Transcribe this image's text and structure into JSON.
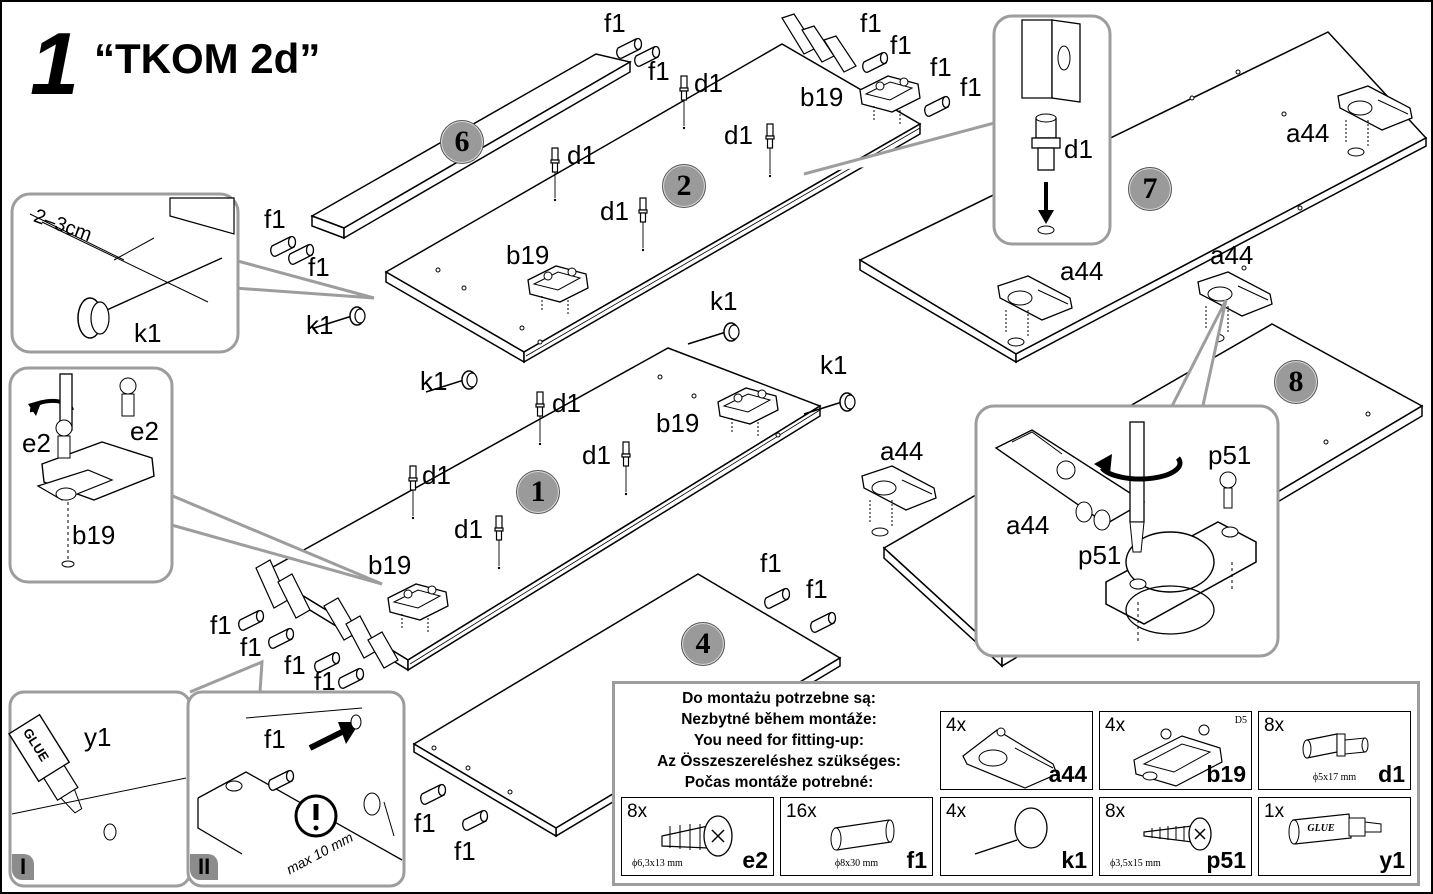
{
  "header": {
    "step_number": "1",
    "title": "“TKOM 2d”"
  },
  "panels": [
    {
      "id": "6",
      "label": "6"
    },
    {
      "id": "2",
      "label": "2"
    },
    {
      "id": "1",
      "label": "1"
    },
    {
      "id": "4",
      "label": "4"
    },
    {
      "id": "7",
      "label": "7"
    },
    {
      "id": "8",
      "label": "8"
    }
  ],
  "labels": {
    "f1": "f1",
    "d1": "d1",
    "b19": "b19",
    "k1": "k1",
    "a44": "a44",
    "e2": "e2",
    "p51": "p51",
    "y1": "y1",
    "dim_2_3cm": "2–3cm",
    "max_10mm": "max 10 mm"
  },
  "sub_panels": {
    "I": "I",
    "II": "II",
    "glue_text": "GLUE",
    "attention": "!"
  },
  "parts_list": {
    "instructions": [
      "Do montażu potrzebne są:",
      "Nezbytné během montáže:",
      "You need for fitting-up:",
      "Az Összeszereléshez szükséges:",
      "Počas montáže potrebné:"
    ],
    "items": [
      {
        "qty": "4x",
        "code": "a44",
        "size": "",
        "mark": "",
        "icon": "hinge-icon"
      },
      {
        "qty": "4x",
        "code": "b19",
        "size": "",
        "mark": "D5",
        "icon": "mounting-plate-icon"
      },
      {
        "qty": "8x",
        "code": "d1",
        "size": "ϕ5x17 mm",
        "mark": "",
        "icon": "shelf-pin-icon"
      },
      {
        "qty": "8x",
        "code": "e2",
        "size": "ϕ6,3x13 mm",
        "mark": "",
        "icon": "euro-screw-icon"
      },
      {
        "qty": "16x",
        "code": "f1",
        "size": "ϕ8x30 mm",
        "mark": "",
        "icon": "wooden-dowel-icon"
      },
      {
        "qty": "4x",
        "code": "k1",
        "size": "",
        "mark": "",
        "icon": "glide-nail-icon"
      },
      {
        "qty": "8x",
        "code": "p51",
        "size": "ϕ3,5x15 mm",
        "mark": "",
        "icon": "wood-screw-icon"
      },
      {
        "qty": "1x",
        "code": "y1",
        "size": "",
        "mark": "",
        "icon": "glue-bottle-icon"
      }
    ]
  },
  "colors": {
    "callout_border": "#9d9d9d",
    "badge_fill": "#9a9a9a",
    "line": "#000000"
  }
}
